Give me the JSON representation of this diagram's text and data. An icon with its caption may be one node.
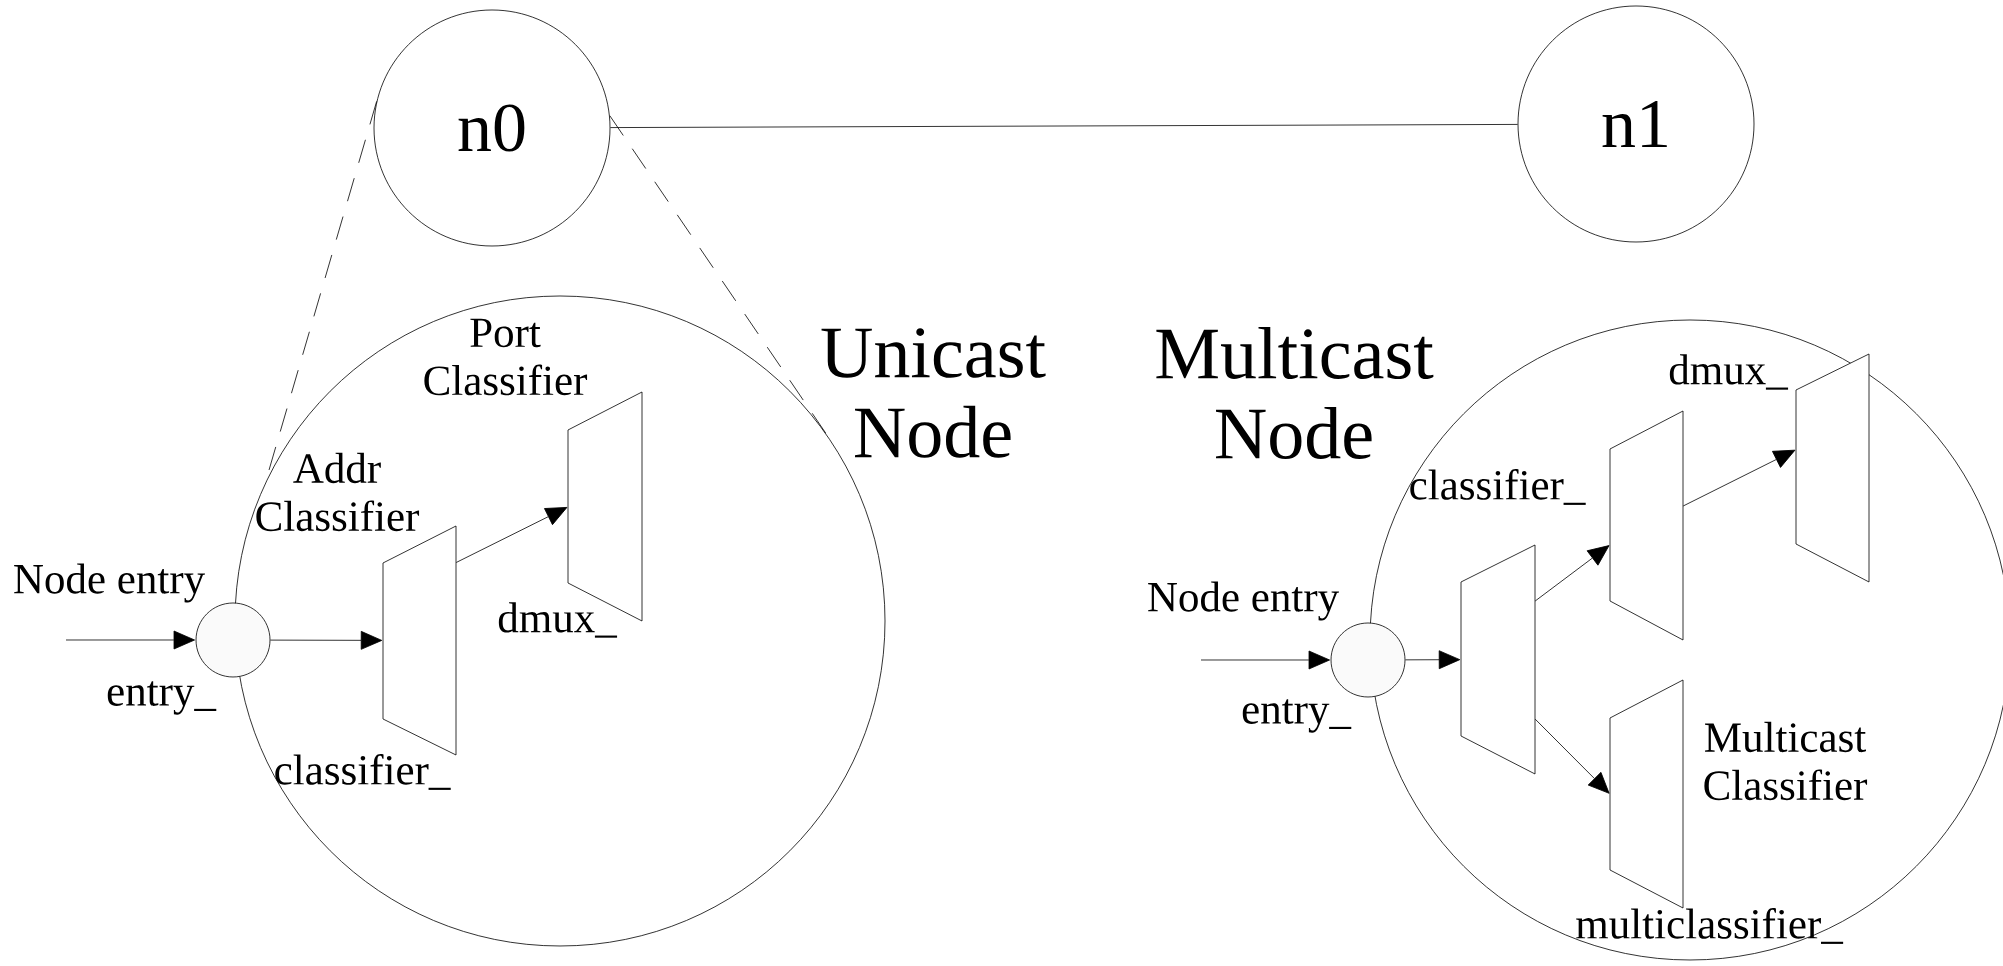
{
  "diagram": {
    "nodes": [
      {
        "text": [
          "n0"
        ]
      },
      {
        "text": [
          "n1"
        ]
      },
      {
        "text": [
          "Unicast Node"
        ]
      },
      {
        "text": [],
        "shape": "circle",
        "beside": [
          "Node entry",
          "entry_"
        ]
      },
      {
        "text": [],
        "shape": "trapezoid",
        "in": 2,
        "beside": [
          "Addr Classifier",
          "classifier_"
        ]
      },
      {
        "text": [],
        "shape": "trapezoid",
        "in": 2,
        "beside": [
          "Port Classifier",
          "dmux_"
        ]
      },
      {
        "text": [
          "Multicast Node"
        ]
      },
      {
        "text": [],
        "shape": "circle",
        "beside": [
          "Node entry",
          "entry_"
        ]
      },
      {
        "text": [],
        "shape": "trapezoid",
        "in": 6,
        "beside": [
          "classifier_"
        ]
      },
      {
        "text": [],
        "shape": "trapezoid",
        "in": 6
      },
      {
        "text": [],
        "shape": "trapezoid",
        "in": 6,
        "beside": [
          "dmux_"
        ]
      },
      {
        "text": [],
        "shape": "trapezoid",
        "in": 6,
        "beside": [
          "Multicast Classifier",
          "multiclassifier_"
        ]
      }
    ],
    "edges": [
      {
        "from": 0,
        "to": 1,
        "arrow": "none"
      },
      {
        "from": 0,
        "to": 2,
        "arrow": "none",
        "style": "dashed"
      },
      {
        "from": 0,
        "to": 2,
        "arrow": "none",
        "style": "dashed"
      },
      {
        "from": null,
        "to": 3,
        "arrow": "to"
      },
      {
        "from": 3,
        "to": 4,
        "arrow": "to"
      },
      {
        "from": 4,
        "to": 5,
        "arrow": "to"
      },
      {
        "from": null,
        "to": 7,
        "arrow": "to"
      },
      {
        "from": 7,
        "to": 8,
        "arrow": "to"
      },
      {
        "from": 8,
        "to": 9,
        "arrow": "to"
      },
      {
        "from": 8,
        "to": 11,
        "arrow": "to"
      },
      {
        "from": 9,
        "to": 10,
        "arrow": "to"
      }
    ]
  }
}
